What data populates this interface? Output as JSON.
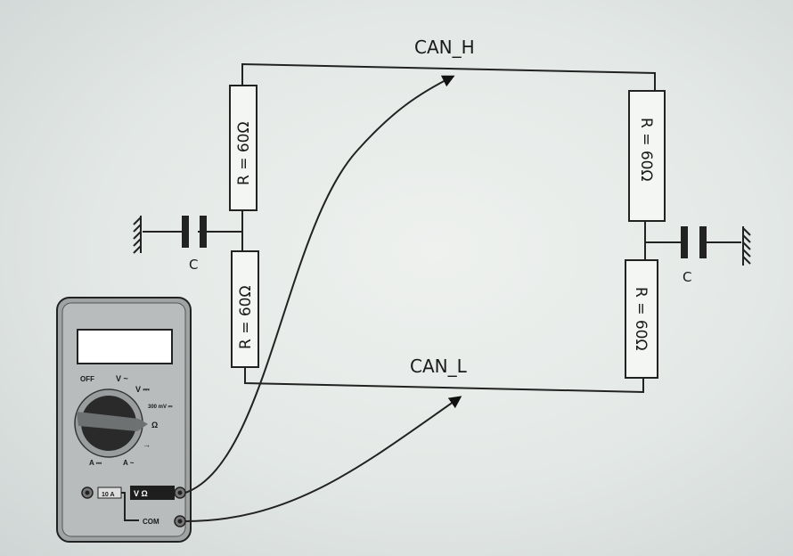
{
  "nets": {
    "high": "CAN_H",
    "low": "CAN_L"
  },
  "resistors": {
    "left_top": "R = 60Ω",
    "left_bottom": "R = 60Ω",
    "right_top": "R = 60Ω",
    "right_bottom": "R = 60Ω"
  },
  "capacitors": {
    "left": "C",
    "right": "C"
  },
  "multimeter": {
    "dial": {
      "off": "OFF",
      "v_ac": "V ~",
      "v_dc": "V ⎓",
      "mv_dc": "300 mV ⎓",
      "ohm": "Ω",
      "diode": "→",
      "a_dc": "A ⎓",
      "a_ac": "A ~"
    },
    "jacks": {
      "ten_amp": "10 A",
      "volt_ohm": "V Ω",
      "com": "COM"
    }
  },
  "colors": {
    "ink": "#222222",
    "meter_body": "#b9bcbc",
    "display": "#ffffff"
  }
}
